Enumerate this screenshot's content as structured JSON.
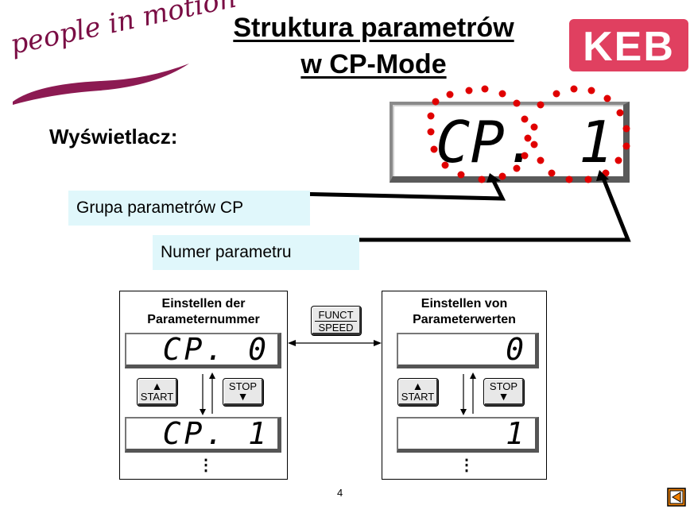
{
  "slide": {
    "title_line1": "Struktura parametrów",
    "title_line2": "w CP-Mode",
    "logo_left_text": "people in motion",
    "logo_right_text": "KEB",
    "display_label": "Wyświetlacz:",
    "big_display": {
      "group": "CP.",
      "number": "1"
    },
    "callouts": {
      "group": "Grupa parametrów CP",
      "number": "Numer parametru"
    },
    "page_number": "4"
  },
  "panels": {
    "left": {
      "title_line1": "Einstellen der",
      "title_line2": "Parameternummer",
      "display_top": "CP. 0",
      "display_bottom": "CP. 1",
      "key_up_label": "START",
      "key_down_label": "STOP",
      "ellipsis": "⋮"
    },
    "right": {
      "title_line1": "Einstellen von",
      "title_line2": "Parameterwerten",
      "display_top": "0",
      "display_bottom": "1",
      "key_up_label": "START",
      "key_down_label": "STOP",
      "ellipsis": "⋮"
    },
    "funct_key": {
      "line1": "FUNCT",
      "line2": "SPEED"
    }
  },
  "colors": {
    "logo_swoosh": "#8c1a52",
    "keb_red": "#e04060",
    "dot_red": "#e00000",
    "callout_bg": "#e0f7fb"
  }
}
